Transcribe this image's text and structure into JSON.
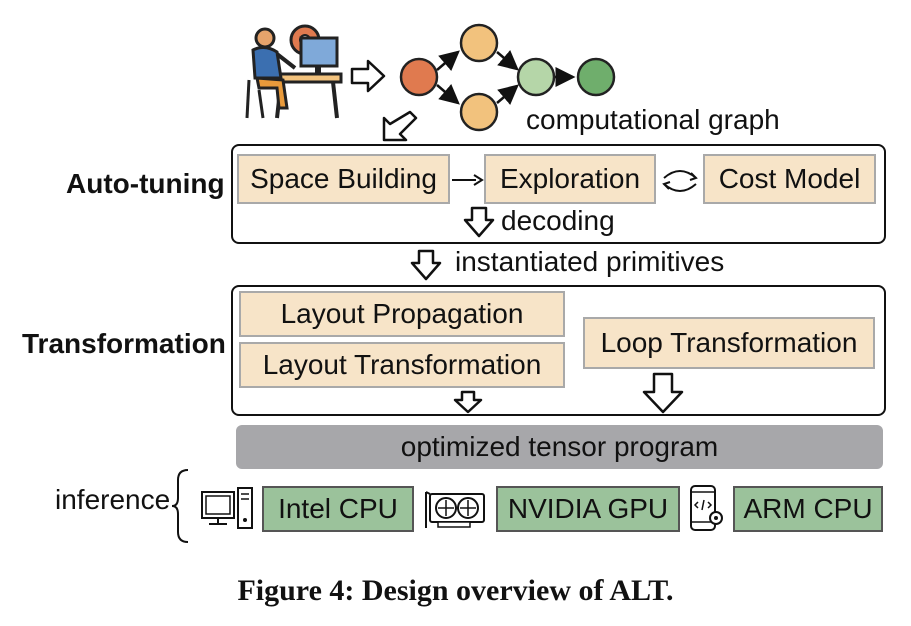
{
  "graph": {
    "label": "computational graph"
  },
  "autotuning": {
    "title": "Auto-tuning",
    "space_building": "Space Building",
    "exploration": "Exploration",
    "cost_model": "Cost Model",
    "decoding": "decoding"
  },
  "instantiated": "instantiated primitives",
  "transformation": {
    "title": "Transformation",
    "layout_propagation": "Layout Propagation",
    "layout_transformation": "Layout Transformation",
    "loop_transformation": "Loop Transformation"
  },
  "optimized": "optimized tensor program",
  "inference": {
    "label": "inference",
    "targets": [
      "Intel CPU",
      "NVIDIA GPU",
      "ARM CPU"
    ]
  },
  "caption": "Figure 4: Design overview of ALT.",
  "colors": {
    "node_orange": "#e07a4f",
    "node_light_orange": "#f2c27d",
    "node_light_green": "#b5d6a8",
    "node_green": "#6fae6c",
    "box_beige": "#f7e4c8",
    "target_green": "#9bc29b",
    "bar_gray": "#a7a7aa"
  },
  "icons": [
    "developer-desk-icon",
    "desktop-computer-icon",
    "graphics-card-icon",
    "mobile-phone-icon"
  ]
}
